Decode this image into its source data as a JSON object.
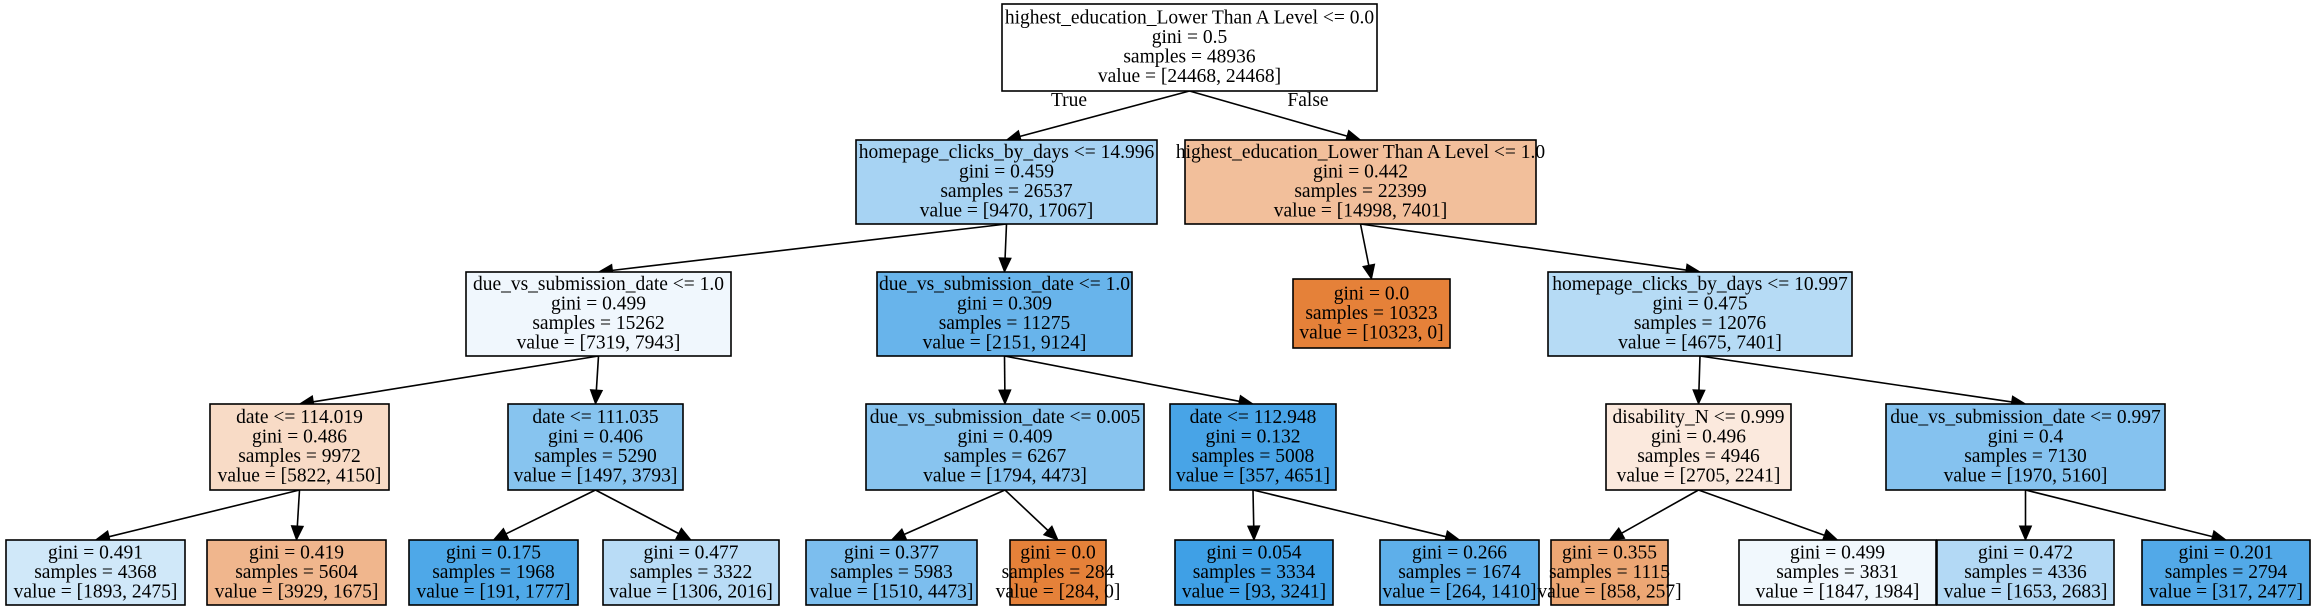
{
  "tree": {
    "nodes": [
      {
        "id": "n0",
        "lines": [
          "highest_education_Lower Than A Level <= 0.0",
          "gini = 0.5",
          "samples = 48936",
          "value = [24468, 24468]"
        ],
        "fill": "#ffffff"
      },
      {
        "id": "n1",
        "lines": [
          "homepage_clicks_by_days <= 14.996",
          "gini = 0.459",
          "samples = 26537",
          "value = [9470, 17067]"
        ],
        "fill": "#a7d3f3"
      },
      {
        "id": "n2",
        "lines": [
          "highest_education_Lower Than A Level <= 1.0",
          "gini = 0.442",
          "samples = 22399",
          "value = [14998, 7401]"
        ],
        "fill": "#f2bf9b"
      },
      {
        "id": "n3",
        "lines": [
          "due_vs_submission_date <= 1.0",
          "gini = 0.499",
          "samples = 15262",
          "value = [7319, 7943]"
        ],
        "fill": "#f0f7fd"
      },
      {
        "id": "n4",
        "lines": [
          "due_vs_submission_date <= 1.0",
          "gini = 0.309",
          "samples = 11275",
          "value = [2151, 9124]"
        ],
        "fill": "#68b4eb"
      },
      {
        "id": "n5",
        "lines": [
          "gini = 0.0",
          "samples = 10323",
          "value = [10323, 0]"
        ],
        "fill": "#e58139"
      },
      {
        "id": "n6",
        "lines": [
          "homepage_clicks_by_days <= 10.997",
          "gini = 0.475",
          "samples = 12076",
          "value = [4675, 7401]"
        ],
        "fill": "#b6dbf5"
      },
      {
        "id": "n7",
        "lines": [
          "date <= 114.019",
          "gini = 0.486",
          "samples = 9972",
          "value = [5822, 4150]"
        ],
        "fill": "#f8dbc6"
      },
      {
        "id": "n8",
        "lines": [
          "date <= 111.035",
          "gini = 0.406",
          "samples = 5290",
          "value = [1497, 3793]"
        ],
        "fill": "#87c4ef"
      },
      {
        "id": "n9",
        "lines": [
          "due_vs_submission_date <= 0.005",
          "gini = 0.409",
          "samples = 6267",
          "value = [1794, 4473]"
        ],
        "fill": "#88c4ef"
      },
      {
        "id": "n10",
        "lines": [
          "date <= 112.948",
          "gini = 0.132",
          "samples = 5008",
          "value = [357, 4651]"
        ],
        "fill": "#48a4e7"
      },
      {
        "id": "n11",
        "lines": [
          "disability_N <= 0.999",
          "gini = 0.496",
          "samples = 4946",
          "value = [2705, 2241]"
        ],
        "fill": "#fbe9dd"
      },
      {
        "id": "n12",
        "lines": [
          "due_vs_submission_date <= 0.997",
          "gini = 0.4",
          "samples = 7130",
          "value = [1970, 5160]"
        ],
        "fill": "#85c2ef"
      },
      {
        "id": "n13",
        "lines": [
          "gini = 0.491",
          "samples = 4368",
          "value = [1893, 2475]"
        ],
        "fill": "#d0e8f9"
      },
      {
        "id": "n14",
        "lines": [
          "gini = 0.419",
          "samples = 5604",
          "value = [3929, 1675]"
        ],
        "fill": "#f0b68d"
      },
      {
        "id": "n15",
        "lines": [
          "gini = 0.175",
          "samples = 1968",
          "value = [191, 1777]"
        ],
        "fill": "#4ea8e8"
      },
      {
        "id": "n16",
        "lines": [
          "gini = 0.477",
          "samples = 3322",
          "value = [1306, 2016]"
        ],
        "fill": "#b9dcf6"
      },
      {
        "id": "n17",
        "lines": [
          "gini = 0.377",
          "samples = 5983",
          "value = [1510, 4473]"
        ],
        "fill": "#7cbeee"
      },
      {
        "id": "n18",
        "lines": [
          "gini = 0.0",
          "samples = 284",
          "value = [284, 0]"
        ],
        "fill": "#e58139"
      },
      {
        "id": "n19",
        "lines": [
          "gini = 0.054",
          "samples = 3334",
          "value = [93, 3241]"
        ],
        "fill": "#3fa0e6"
      },
      {
        "id": "n20",
        "lines": [
          "gini = 0.266",
          "samples = 1674",
          "value = [264, 1410]"
        ],
        "fill": "#5eafea"
      },
      {
        "id": "n21",
        "lines": [
          "gini = 0.355",
          "samples = 1115",
          "value = [858, 257]"
        ],
        "fill": "#eda774"
      },
      {
        "id": "n22",
        "lines": [
          "gini = 0.499",
          "samples = 3831",
          "value = [1847, 1984]"
        ],
        "fill": "#f1f8fd"
      },
      {
        "id": "n23",
        "lines": [
          "gini = 0.472",
          "samples = 4336",
          "value = [1653, 2683]"
        ],
        "fill": "#b3d9f5"
      },
      {
        "id": "n24",
        "lines": [
          "gini = 0.201",
          "samples = 2794",
          "value = [317, 2477]"
        ],
        "fill": "#52a9e8"
      }
    ],
    "edges": [
      {
        "from": "n0",
        "to": "n1",
        "label": "True"
      },
      {
        "from": "n0",
        "to": "n2",
        "label": "False"
      },
      {
        "from": "n1",
        "to": "n3",
        "label": ""
      },
      {
        "from": "n1",
        "to": "n4",
        "label": ""
      },
      {
        "from": "n2",
        "to": "n5",
        "label": ""
      },
      {
        "from": "n2",
        "to": "n6",
        "label": ""
      },
      {
        "from": "n3",
        "to": "n7",
        "label": ""
      },
      {
        "from": "n3",
        "to": "n8",
        "label": ""
      },
      {
        "from": "n4",
        "to": "n9",
        "label": ""
      },
      {
        "from": "n4",
        "to": "n10",
        "label": ""
      },
      {
        "from": "n6",
        "to": "n11",
        "label": ""
      },
      {
        "from": "n6",
        "to": "n12",
        "label": ""
      },
      {
        "from": "n7",
        "to": "n13",
        "label": ""
      },
      {
        "from": "n7",
        "to": "n14",
        "label": ""
      },
      {
        "from": "n8",
        "to": "n15",
        "label": ""
      },
      {
        "from": "n8",
        "to": "n16",
        "label": ""
      },
      {
        "from": "n9",
        "to": "n17",
        "label": ""
      },
      {
        "from": "n9",
        "to": "n18",
        "label": ""
      },
      {
        "from": "n10",
        "to": "n19",
        "label": ""
      },
      {
        "from": "n10",
        "to": "n20",
        "label": ""
      },
      {
        "from": "n11",
        "to": "n21",
        "label": ""
      },
      {
        "from": "n11",
        "to": "n22",
        "label": ""
      },
      {
        "from": "n12",
        "to": "n23",
        "label": ""
      },
      {
        "from": "n12",
        "to": "n24",
        "label": ""
      }
    ]
  }
}
